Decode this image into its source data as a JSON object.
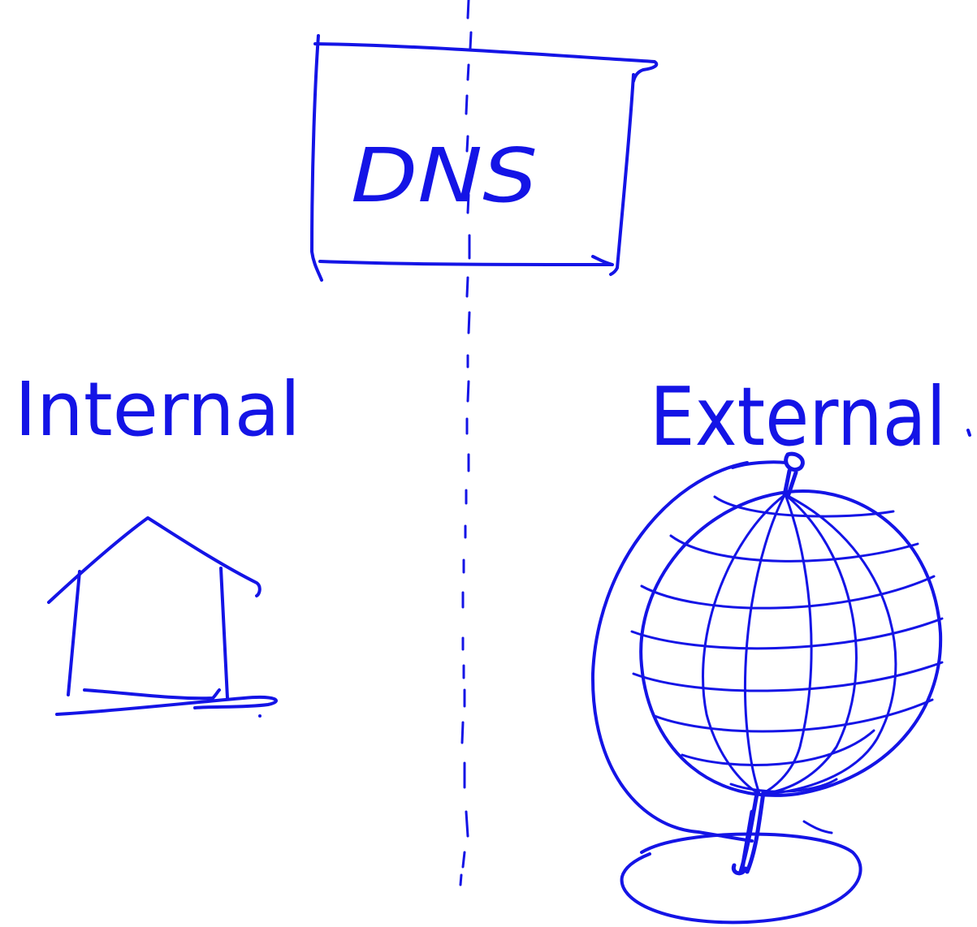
{
  "diagram": {
    "box_label": "DNS",
    "left_label": "Internal",
    "right_label": "External",
    "left_icon": "house-icon",
    "right_icon": "globe-icon",
    "divider": "dashed-vertical-line"
  },
  "colors": {
    "ink": "#1414e6",
    "background": "#ffffff"
  }
}
